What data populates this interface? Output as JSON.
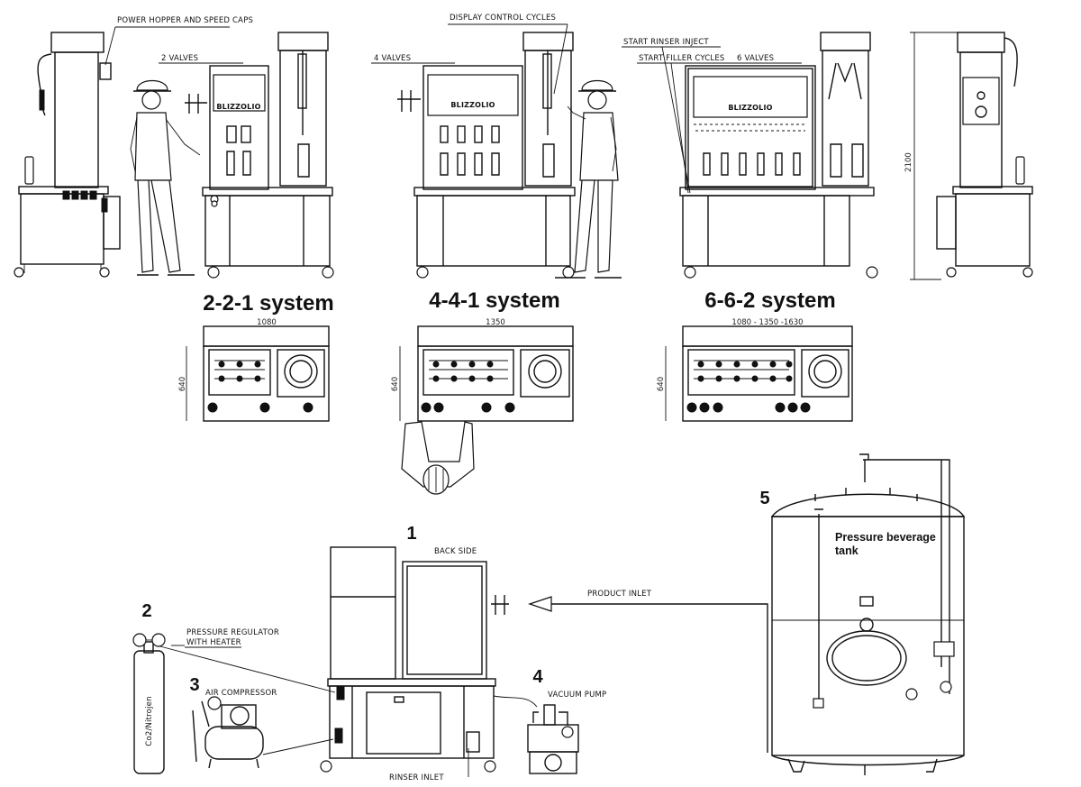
{
  "colors": {
    "ink": "#111111",
    "background": "#ffffff"
  },
  "callouts": {
    "power_hopper": "POWER HOPPER AND SPEED CAPS",
    "display_control": "DISPLAY CONTROL CYCLES",
    "start_rinser": "START RINSER INJECT",
    "start_filler": "START FILLER CYCLES",
    "valves_2": "2 VALVES",
    "valves_4": "4 VALVES",
    "valves_6": "6 VALVES",
    "height": "2100"
  },
  "machine_brand": "BLIZZOLIO",
  "systems": [
    {
      "name": "2-2-1 system",
      "width": "1080",
      "depth": "640"
    },
    {
      "name": "4-4-1 system",
      "width": "1350",
      "depth": "640"
    },
    {
      "name": "6-6-2 system",
      "width": "1080 - 1350 -1630",
      "depth": "640"
    }
  ],
  "layout_labels": {
    "n1": "1",
    "n2": "2",
    "n3": "3",
    "n4": "4",
    "n5": "5",
    "back_side": "BACK SIDE",
    "product_inlet": "PRODUCT INLET",
    "pressure_regulator_line1": "PRESSURE REGULATOR",
    "pressure_regulator_line2": "WITH HEATER",
    "air_compressor": "AIR COMPRESSOR",
    "vacuum_pump": "VACUUM PUMP",
    "rinser_inlet": "RINSER INLET",
    "gas_cylinder": "Co2/Nitrojen",
    "tank_line1": "Pressure beverage",
    "tank_line2": "tank"
  }
}
